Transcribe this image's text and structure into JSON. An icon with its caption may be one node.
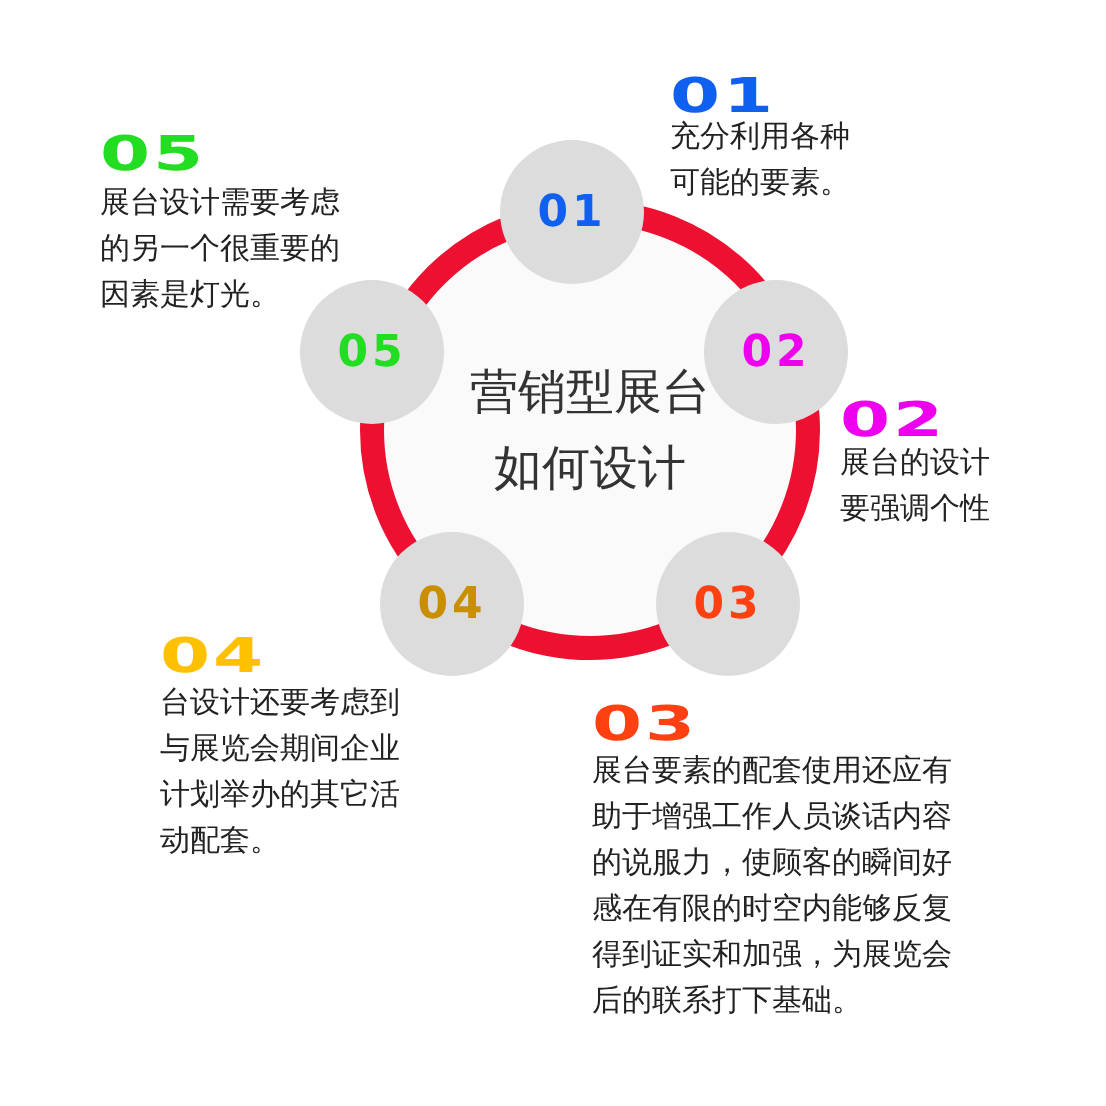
{
  "diagram": {
    "nodes": [
      {
        "text": [
          "营销型展台如何设计"
        ]
      },
      {
        "text": [
          "01"
        ]
      },
      {
        "text": [
          "02"
        ]
      },
      {
        "text": [
          "03"
        ]
      },
      {
        "text": [
          "04"
        ]
      },
      {
        "text": [
          "05"
        ]
      }
    ],
    "labels": [
      "01",
      "充分利用各种可能的要素。",
      "05",
      "展台设计需要考虑的另一个很重要的因素是灯光。",
      "02",
      "展台的设计要强调个性",
      "04",
      "台设计还要考虑到与展览会期间企业计划举办的其它活动配套。",
      "03",
      "展台要素的配套使用还应有助于增强工作人员谈话内容的说服力，使顾客的瞬间好感在有限的时空内能够反复得到证实和加强，为展览会后的联系打下基础。"
    ]
  }
}
